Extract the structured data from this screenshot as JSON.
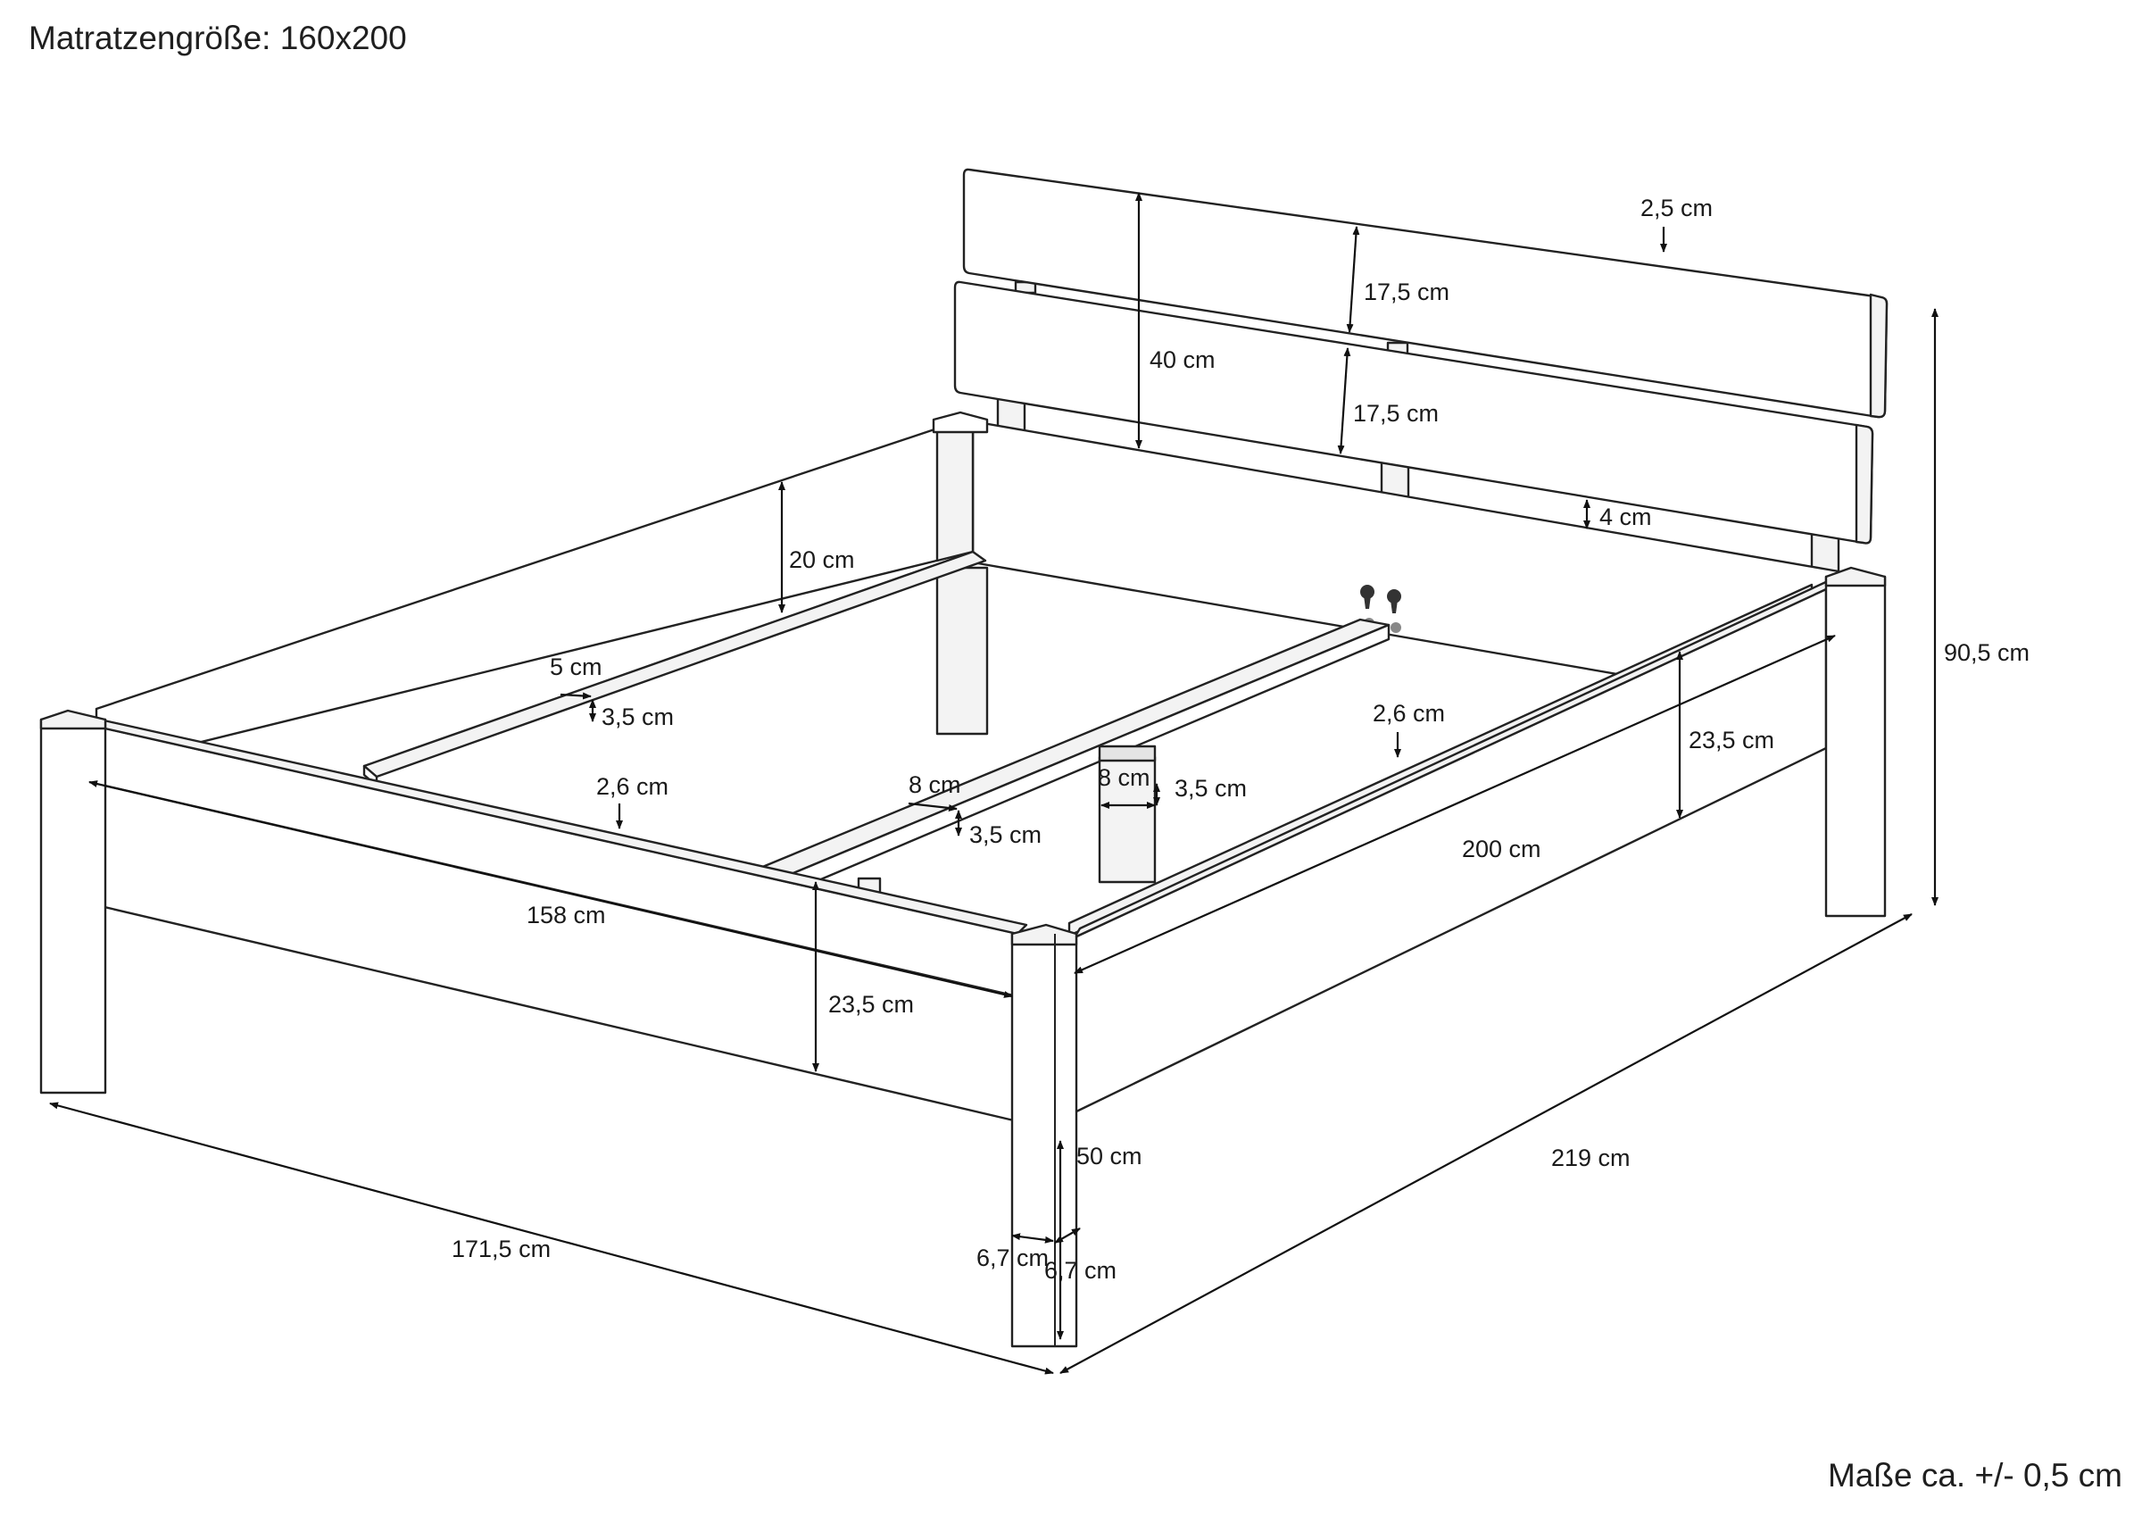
{
  "title": "Matratzengröße: 160x200",
  "tolerance": "Maße ca. +/- 0,5 cm",
  "dimensions": {
    "headboard_thickness": "2,5 cm",
    "headboard_board_top": "17,5 cm",
    "headboard_board_bottom": "17,5 cm",
    "headboard_height": "40 cm",
    "headboard_gap": "4 cm",
    "total_height": "90,5 cm",
    "side_panel_height": "20 cm",
    "slat_ledge_width": "5 cm",
    "slat_ledge_height": "3,5 cm",
    "ledge_thickness_left": "2,6 cm",
    "ledge_thickness_right": "2,6 cm",
    "beam_width": "8 cm",
    "beam_height": "3,5 cm",
    "center_leg_width": "8 cm",
    "center_leg_depth": "3,5 cm",
    "inner_width": "158 cm",
    "inner_length": "200 cm",
    "footboard_height": "23,5 cm",
    "right_rail_height": "23,5 cm",
    "leg_height": "50 cm",
    "leg_width": "6,7 cm",
    "leg_depth": "6,7 cm",
    "outer_width": "171,5 cm",
    "outer_length": "219 cm"
  }
}
